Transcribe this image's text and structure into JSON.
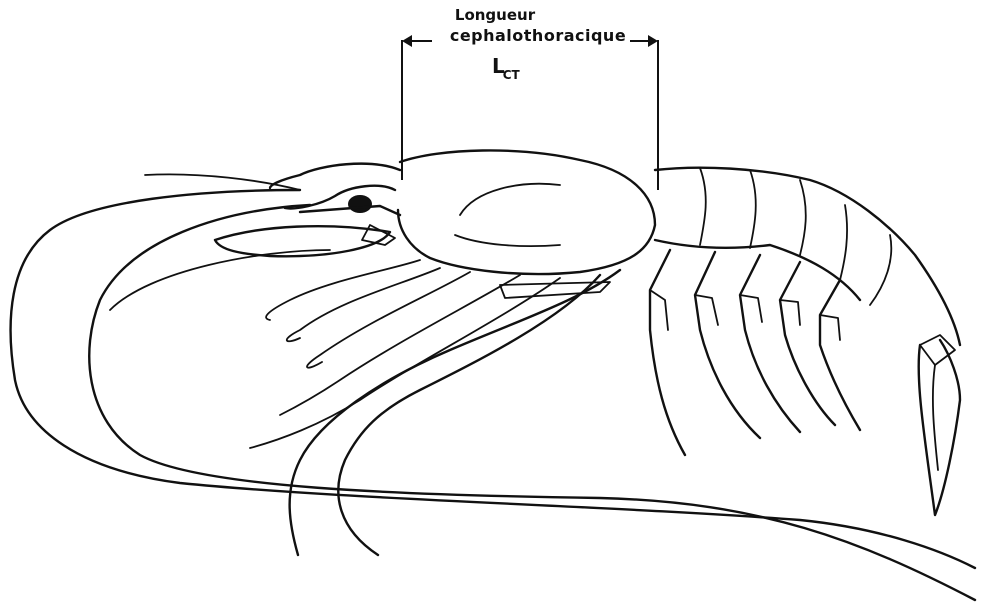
{
  "measurement": {
    "label_line1": "Longueur",
    "label_line2": "cephalothoracique",
    "symbol": "L",
    "symbol_subscript": "CT"
  },
  "colors": {
    "ink": "#111111",
    "background": "#ffffff"
  }
}
